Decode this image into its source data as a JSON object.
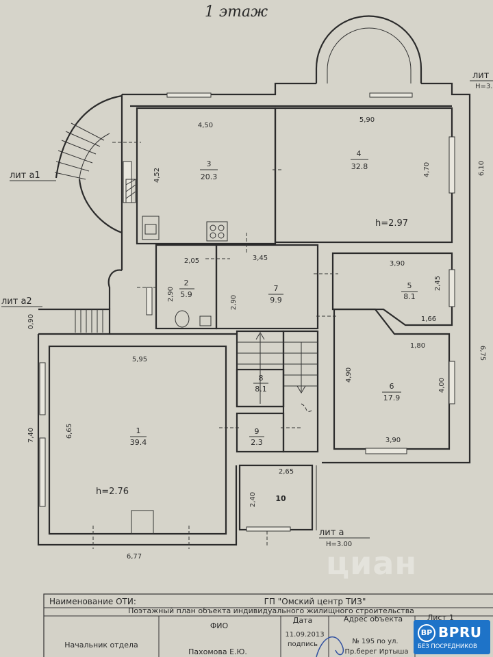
{
  "title": "1 этаж",
  "lit_labels": {
    "a1": "лит а1",
    "a2": "лит а2",
    "a": "лит а",
    "top_right": "лит"
  },
  "heights": {
    "a": "H=3.00",
    "top_right": "H=3.",
    "room4": "h=2.97",
    "room1": "h=2.76"
  },
  "rooms": [
    {
      "num": "1",
      "area": "39.4"
    },
    {
      "num": "2",
      "area": "5.9"
    },
    {
      "num": "3",
      "area": "20.3"
    },
    {
      "num": "4",
      "area": "32.8"
    },
    {
      "num": "5",
      "area": "8.1"
    },
    {
      "num": "6",
      "area": "17.9"
    },
    {
      "num": "7",
      "area": "9.9"
    },
    {
      "num": "8",
      "area": "8.1"
    },
    {
      "num": "9",
      "area": "2.3"
    },
    {
      "num": "10",
      "area": ""
    }
  ],
  "dimensions": {
    "r3_top": "4,50",
    "r3_side": "4,52",
    "r4_top": "5,90",
    "r4_side": "4,70",
    "outer_right": "6,10",
    "r2_top": "2,05",
    "r2_side": "2,90",
    "r7_top": "3,45",
    "r7_side": "2,90",
    "r5_top": "3,90",
    "r5_side": "2,45",
    "r5_bottom": "1,66",
    "r6_top": "1,80",
    "r6_left": "4,90",
    "r6_right": "4,00",
    "r6_bottom": "3,90",
    "outer_right2": "6,75",
    "r1_top": "5,95",
    "r1_side": "6,65",
    "outer_left": "7,40",
    "r1_bottom": "6,77",
    "a2_depth": "0,90",
    "r10_top": "2,65",
    "r10_side": "2,40"
  },
  "table": {
    "naim_label": "Наименование ОТИ:",
    "org": "ГП \"Омский центр ТИЗ\"",
    "plan_title": "Поэтажный план объекта индивидуального жилищного строительства",
    "fio_label": "ФИО",
    "date_label": "Дата",
    "date_value": "11.09.2013",
    "sign_label": "подпись",
    "address_label": "Адрес объекта",
    "list_label": "Лист",
    "list_value": "1",
    "position": "Начальник отдела",
    "person": "Пахомова Е.Ю.",
    "address_line1": "№ 195 по ул.",
    "address_line2": "Пр.берег Иртыша"
  },
  "stamp": {
    "logo": "BP",
    "name": "BPRU",
    "sub": "БЕЗ ПОСРЕДНИКОВ"
  },
  "watermark": "циан"
}
